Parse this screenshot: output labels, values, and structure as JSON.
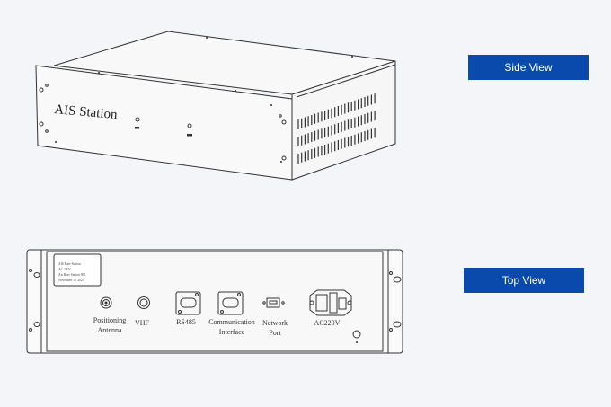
{
  "buttons": {
    "side_view": "Side View",
    "top_view": "Top View"
  },
  "side_view": {
    "front_label": "AIS Station"
  },
  "top_view": {
    "nameplate": [
      "AIS Base Station",
      "AC 220V",
      "Ais Base Station 001",
      "November 10, 2024"
    ],
    "ports": {
      "positioning_antenna": [
        "Positioning",
        "Antenna"
      ],
      "vhf": "VHF",
      "rs485": "RS485",
      "communication_interface": [
        "Communication",
        "Interface"
      ],
      "network_port": [
        "Network",
        "Port"
      ],
      "ac220v": "AC220V"
    }
  },
  "colors": {
    "accent": "#0a4aad",
    "background": "#f4f5f9"
  }
}
